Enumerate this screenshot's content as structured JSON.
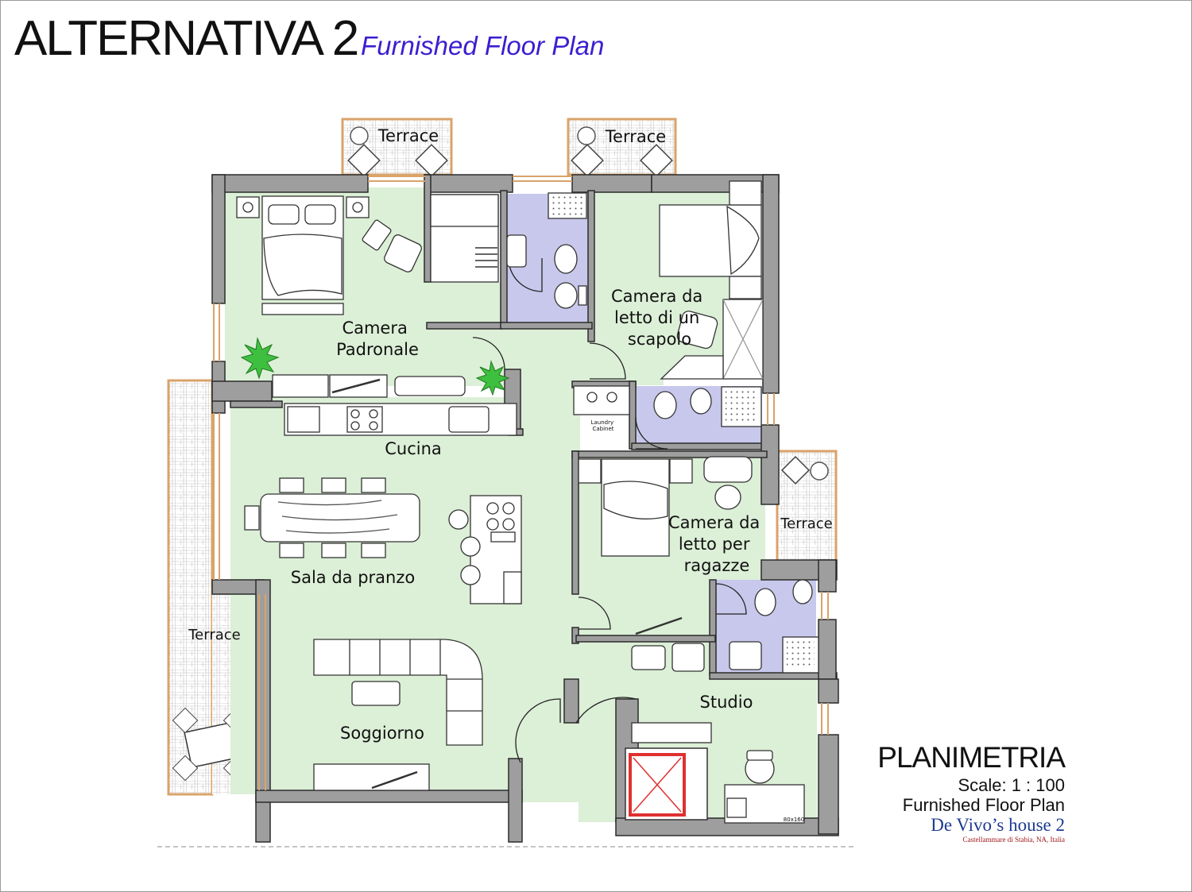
{
  "header": {
    "title": "ALTERNATIVA 2",
    "subtitle": "Furnished Floor Plan"
  },
  "rooms": {
    "camera_padronale": [
      "Camera",
      "Padronale"
    ],
    "camera_scapolo": [
      "Camera da",
      "letto di un",
      "scapolo"
    ],
    "cucina": "Cucina",
    "sala_pranzo": "Sala da pranzo",
    "soggiorno": "Soggiorno",
    "camera_ragazze": [
      "Camera da",
      "letto per",
      "ragazze"
    ],
    "studio": "Studio",
    "laundry": [
      "Laundry",
      "Cabinet"
    ],
    "desk_size": "80x160"
  },
  "terraces": {
    "top_left": "Terrace",
    "top_right": "Terrace",
    "right": "Terrace",
    "left": "Terrace"
  },
  "legend": {
    "title": "PLANIMETRIA",
    "scale": "Scale: 1 : 100",
    "type": "Furnished Floor Plan",
    "house": "De Vivo’s house 2",
    "location": "Castellammare di Stabia, NA, Italia"
  },
  "colors": {
    "floor": "#dcefd7",
    "bathroom": "#c8c8ec",
    "wall": "#9e9e9e",
    "terrace_frame": "#d9a36a",
    "title_accent": "#3a1fd0",
    "house_name": "#1d3b8f",
    "location": "#a01818",
    "elevator": "#e03030"
  }
}
